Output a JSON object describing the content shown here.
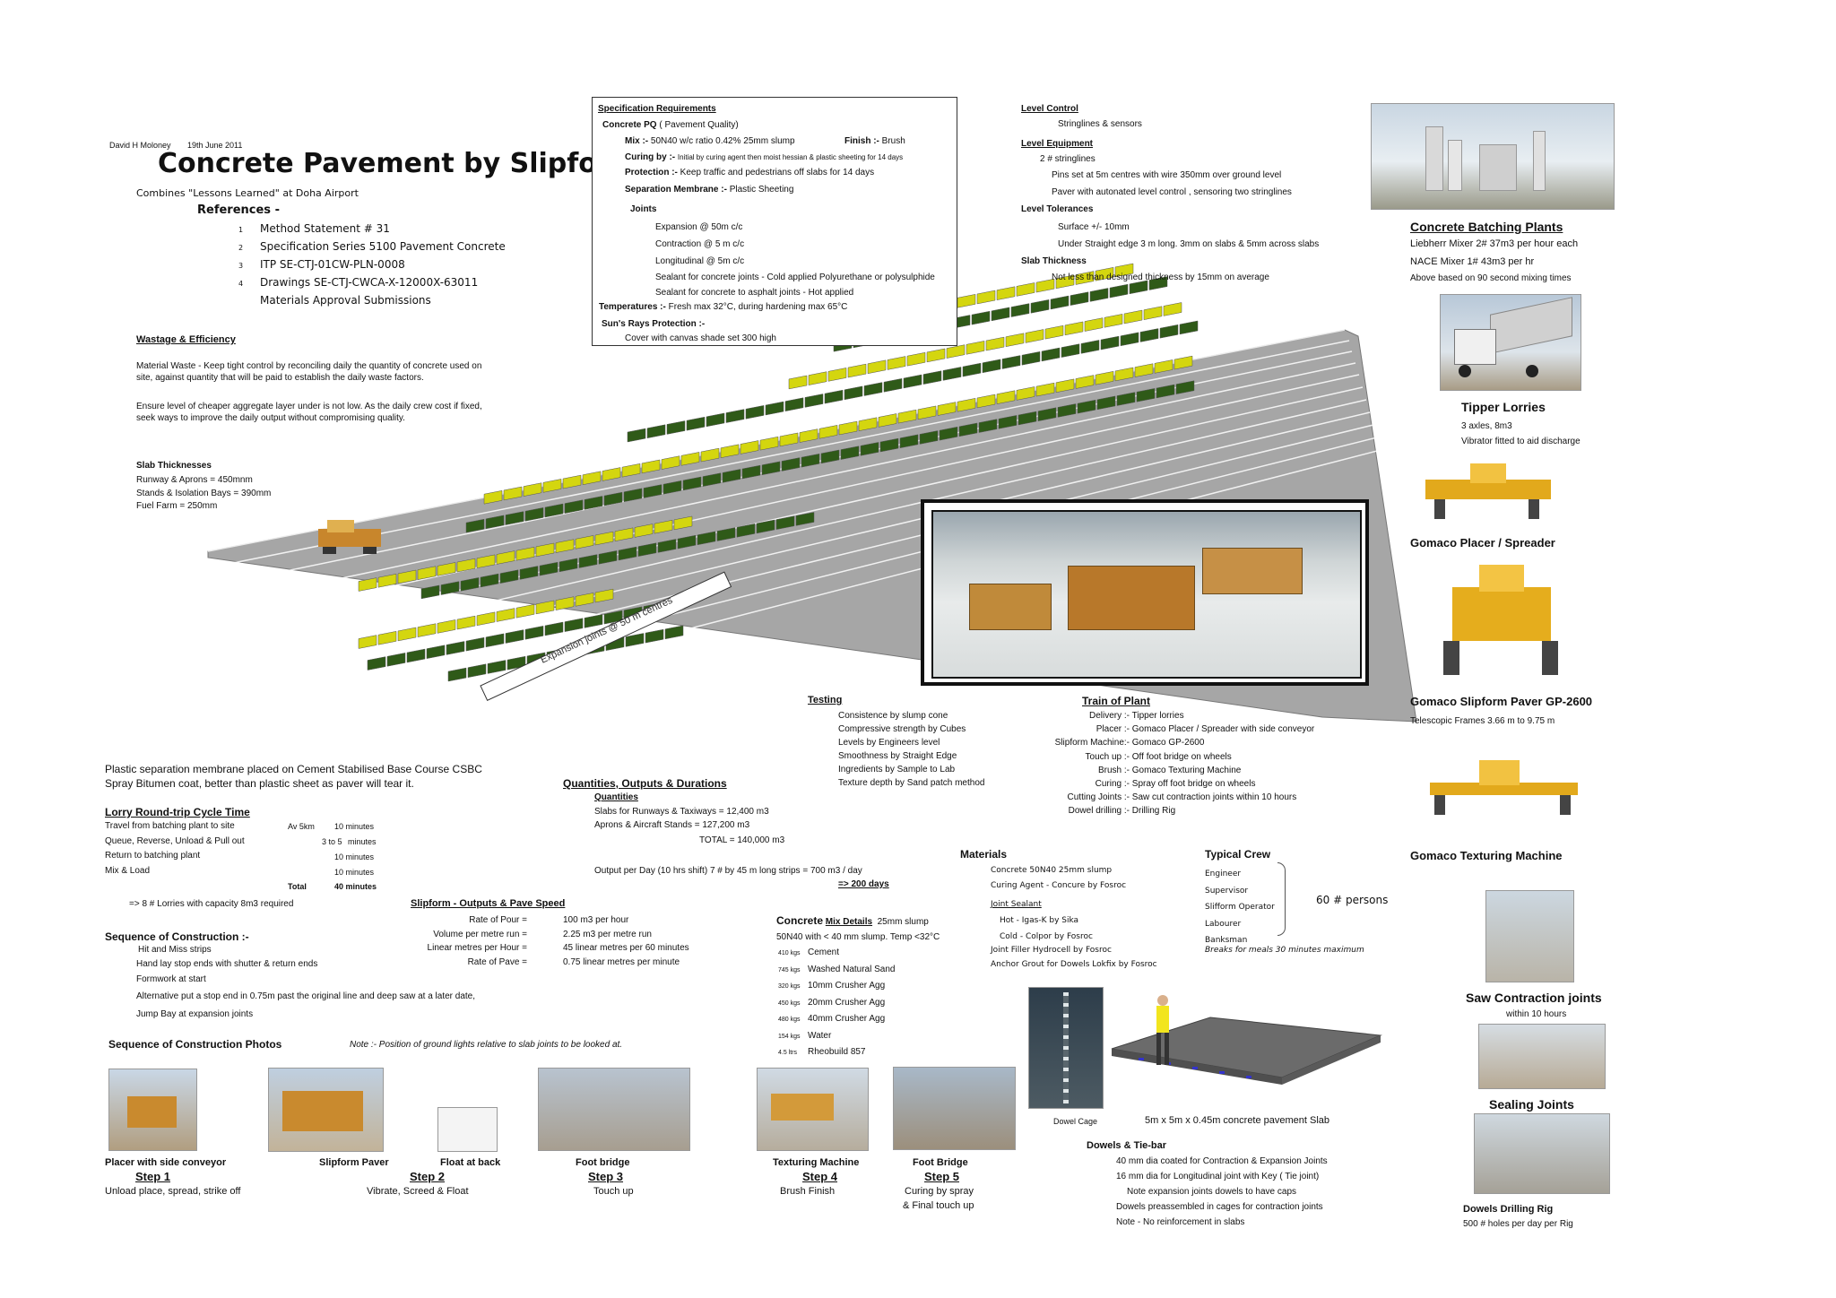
{
  "header": {
    "author": "David H Moloney",
    "date": "19th June 2011",
    "title": "Concrete Pavement by Slipform",
    "subtitle": "Combines \"Lessons Learned\" at Doha Airport"
  },
  "references": {
    "heading": "References -",
    "items": [
      {
        "num": "1",
        "text": "Method Statement # 31"
      },
      {
        "num": "2",
        "text": "Specification   Series 5100 Pavement Concrete"
      },
      {
        "num": "3",
        "text": "ITP   SE-CTJ-01CW-PLN-0008"
      },
      {
        "num": "4",
        "text": "Drawings   SE-CTJ-CWCA-X-12000X-63011"
      },
      {
        "num": "",
        "text": "Materials Approval Submissions"
      }
    ]
  },
  "wastage": {
    "heading": "Wastage & Efficiency",
    "p1a": "Material Waste  -  Keep tight control by reconciling daily the quantity of concrete used on",
    "p1b": "site,  against quantity that will be paid to establish the daily waste factors.",
    "p2a": "Ensure level of cheaper aggregate layer under is not low.  As the daily crew cost if fixed,",
    "p2b": "seek ways to improve the daily output without compromising quality."
  },
  "slab_thick": {
    "heading": "Slab Thicknesses",
    "l1": "Runway & Aprons  =  450mnm",
    "l2": "Stands & Isolation Bays  =  390mm",
    "l3": "Fuel Farm            =    250mm"
  },
  "spec": {
    "heading": "Specification Requirements",
    "pq": "Concrete PQ",
    "pq2": "( Pavement Quality)",
    "mix_label": "Mix :-",
    "mix": "50N40 w/c ratio 0.42%  25mm slump",
    "finish_label": "Finish :-",
    "finish": "Brush",
    "curing_label": "Curing by :-",
    "curing": "Initial by curing agent  then moist hessian & plastic sheeting for 14 days",
    "protection_label": "Protection :-",
    "protection": "Keep traffic and pedestrians off slabs for 14 days",
    "separation_label": "Separation Membrane :-",
    "separation": "Plastic Sheeting",
    "joints": "Joints",
    "j1": "Expansion @ 50m c/c",
    "j2": "Contraction @ 5 m c/c",
    "j3": "Longitudinal @ 5m c/c",
    "j4": "Sealant for concrete joints - Cold applied Polyurethane or polysulphide",
    "j5": "Sealant for concrete to asphalt joints - Hot applied",
    "temp_label": "Temperatures :-",
    "temp": "Fresh max 32°C,     during hardening max 65°C",
    "sun_label": "Sun's Rays Protection :-",
    "sun": "Cover with canvas shade set 300 high"
  },
  "level": {
    "control_h": "Level Control",
    "control": "Stringlines & sensors",
    "equip_h": "Level Equipment",
    "e1": "2 # stringlines",
    "e2": "Pins set at 5m centres with wire 350mm over ground level",
    "e3": "Paver with autonated level control , sensoring two stringlines",
    "tol_h": "Level Tolerances",
    "t1": "Surface +/- 10mm",
    "t2": "Under Straight edge  3 m long.  3mm on slabs & 5mm across slabs",
    "thick_h": "Slab Thickness",
    "thick": "Not less than designed thickness by 15mm on average"
  },
  "batching": {
    "heading": "Concrete Batching Plants",
    "l1": "Liebherr Mixer 2#  37m3 per hour each",
    "l2": "NACE Mixer 1#  43m3 per hr",
    "l3": "Above based on 90 second mixing times"
  },
  "tipper": {
    "heading": "Tipper Lorries",
    "l1": "3 axles,  8m3",
    "l2": "Vibrator fitted to aid discharge"
  },
  "placer": {
    "heading": "Gomaco Placer / Spreader"
  },
  "paver": {
    "heading": "Gomaco Slipform Paver GP-2600",
    "l1": "Telescopic Frames 3.66 m to 9.75 m"
  },
  "texturing": {
    "heading": "Gomaco Texturing Machine"
  },
  "saw": {
    "heading": "Saw Contraction joints",
    "l1": "within 10 hours"
  },
  "sealing": {
    "heading": "Sealing Joints"
  },
  "dowels_rig": {
    "heading": "Dowels Drilling Rig",
    "l1": "500 # holes  per day per Rig"
  },
  "diagram": {
    "expansion_label": "Expansion joints @ 50 m centres"
  },
  "testing": {
    "heading": "Testing",
    "items": [
      "Consistence by slump cone",
      "Compressive strength by Cubes",
      "Levels by  Engineers level",
      "Smoothness by   Straight Edge",
      "Ingredients by Sample to Lab",
      "Texture depth by Sand patch method"
    ]
  },
  "train": {
    "heading": "Train of Plant",
    "rows": [
      {
        "k": "Delivery :-",
        "v": "Tipper lorries"
      },
      {
        "k": "Placer :-",
        "v": "Gomaco Placer / Spreader with side conveyor"
      },
      {
        "k": "Slipform Machine:-",
        "v": "Gomaco GP-2600"
      },
      {
        "k": "Touch up :-",
        "v": "Off foot bridge on wheels"
      },
      {
        "k": "Brush :-",
        "v": "Gomaco Texturing Machine"
      },
      {
        "k": "Curing :-",
        "v": "Spray off foot bridge on wheels"
      },
      {
        "k": "Cutting Joints :-",
        "v": "Saw cut contraction joints within 10 hours"
      },
      {
        "k": "Dowel drilling :-",
        "v": "Drilling Rig"
      }
    ]
  },
  "membrane": {
    "l1": "Plastic separation membrane placed on Cement Stabilised Base Course CSBC",
    "l2": "Spray Bitumen coat, better than plastic sheet as paver will tear it."
  },
  "lorry": {
    "heading": "Lorry  Round-trip Cycle Time",
    "rows": [
      {
        "a": "Travel from batching plant to site",
        "b": "Av 5km",
        "c": "10  minutes"
      },
      {
        "a": "Queue, Reverse, Unload & Pull out",
        "b": "3 to 5",
        "c": "minutes"
      },
      {
        "a": "Return to batching plant",
        "b": "",
        "c": "10  minutes"
      },
      {
        "a": "Mix & Load",
        "b": "",
        "c": "10  minutes"
      }
    ],
    "total_label": "Total",
    "total": "40  minutes",
    "result": "=> 8 # Lorries with capacity  8m3 required"
  },
  "quantities": {
    "heading": "Quantities, Outputs & Durations",
    "sub": "Quantities",
    "r1": "Slabs for Runways & Taxiways    = 12,400 m3",
    "r2": "Aprons & Aircraft Stands          = 127,200 m3",
    "total": "TOTAL =  140,000  m3",
    "output": "Output per Day (10 hrs shift)  7 # by 45 m long strips  =  700 m3 / day",
    "days": "=> 200 days"
  },
  "slipform": {
    "heading": "Slipform -  Outputs & Pave Speed",
    "rows": [
      {
        "k": "Rate of Pour =",
        "v": "100 m3 per hour"
      },
      {
        "k": "Volume per metre run =",
        "v": "2.25 m3 per metre run"
      },
      {
        "k": "Linear metres per Hour =",
        "v": "45 linear metres per 60 minutes"
      },
      {
        "k": "Rate of Pave =",
        "v": "0.75 linear metres per minute"
      }
    ]
  },
  "sequence": {
    "heading": "Sequence of Construction :-",
    "l1": "Hit and Miss strips",
    "l2": "Hand lay stop ends with shutter & return ends",
    "l3": "Formwork at start",
    "l4": "Alternative  put a stop end in 0.75m past the original line and deep saw at a later date,",
    "l5": "Jump Bay at expansion joints"
  },
  "concrete_mix": {
    "heading": "Concrete",
    "heading2": "Mix Details",
    "slump": "25mm slump",
    "l1": "50N40 with < 40 mm slump. Temp <32°C",
    "rows": [
      {
        "q": "410 kgs",
        "v": "Cement"
      },
      {
        "q": "745 kgs",
        "v": "Washed Natural Sand"
      },
      {
        "q": "320 kgs",
        "v": "10mm Crusher Agg"
      },
      {
        "q": "450 kgs",
        "v": "20mm Crusher Agg"
      },
      {
        "q": "480 kgs",
        "v": "40mm Crusher Agg"
      },
      {
        "q": "154 kgs",
        "v": "Water"
      },
      {
        "q": "4.5 ltrs",
        "v": "Rheobuild 857"
      }
    ]
  },
  "materials": {
    "heading": "Materials",
    "l1": "Concrete 50N40 25mm slump",
    "l2": "Curing Agent - Concure by Fosroc",
    "l3": "Joint Sealant",
    "l4": "Hot - Igas-K by Sika",
    "l5": "Cold -  Colpor by Fosroc",
    "l6": "Joint Filler Hydrocell by Fosroc",
    "l7": "Anchor Grout for Dowels Lokfix by Fosroc"
  },
  "crew": {
    "heading": "Typical Crew",
    "items": [
      "Engineer",
      "Supervisor",
      "Slifform Operator",
      "Labourer",
      "Banksman"
    ],
    "note": "Breaks for meals 30 minutes maximum",
    "persons": "60 # persons"
  },
  "photos": {
    "heading": "Sequence of Construction Photos",
    "note": "Note :- Position of ground lights relative to slab joints to be looked at.",
    "captions": {
      "c1": "Placer with side conveyor",
      "c2": "Slipform Paver",
      "c3": "Float at back",
      "c4": "Foot bridge",
      "c5": "Texturing Machine",
      "c6": "Foot Bridge"
    },
    "steps": {
      "s1": "Step 1",
      "s1d": "Unload  place, spread, strike off",
      "s2": "Step 2",
      "s2d": "Vibrate, Screed & Float",
      "s3": "Step 3",
      "s3d": "Touch up",
      "s4": "Step 4",
      "s4d": "Brush Finish",
      "s5": "Step 5",
      "s5d": "Curing by spray",
      "s5e": "& Final touch up"
    }
  },
  "dowels": {
    "cage": "Dowel Cage",
    "slab": "5m x 5m x 0.45m concrete pavement Slab",
    "heading": "Dowels & Tie-bar",
    "l1": "40 mm dia coated  for Contraction & Expansion Joints",
    "l2": "16 mm dia for Longitudinal joint with Key  ( Tie joint)",
    "l3": "Note expansion joints dowels to have caps",
    "l4": "Dowels preassembled in cages for contraction joints",
    "l5": "Note - No reinforcement in slabs"
  },
  "colors": {
    "pavement": "#a6a6a6",
    "yellow_slab": "#d4d60f",
    "green_slab": "#2f5a18",
    "white": "#ffffff"
  }
}
